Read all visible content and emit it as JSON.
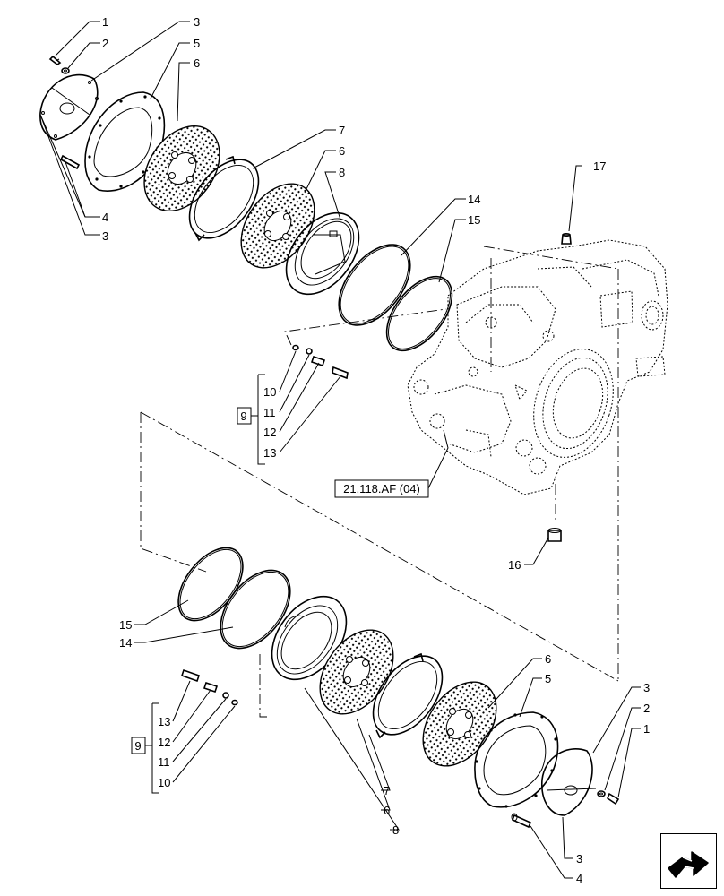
{
  "reference": "21.118.AF (04)",
  "group_label": "9",
  "callouts": {
    "top_1": "1",
    "top_2": "2",
    "top_3a": "3",
    "top_5": "5",
    "top_6a": "6",
    "top_7": "7",
    "top_6b": "6",
    "top_8": "8",
    "top_4": "4",
    "top_3b": "3",
    "top_14": "14",
    "top_15": "15",
    "top_17": "17",
    "top_10": "10",
    "top_11": "11",
    "top_12": "12",
    "top_13": "13",
    "mid_16": "16",
    "bot_15": "15",
    "bot_14": "14",
    "bot_13": "13",
    "bot_12": "12",
    "bot_11": "11",
    "bot_10": "10",
    "bot_6a": "6",
    "bot_5": "5",
    "bot_3a": "3",
    "bot_2": "2",
    "bot_1": "1",
    "bot_7": "7",
    "bot_6b": "6",
    "bot_8": "8",
    "bot_3b": "3",
    "bot_4": "4"
  },
  "icons": {
    "nav": "next-page-arrow-icon"
  }
}
